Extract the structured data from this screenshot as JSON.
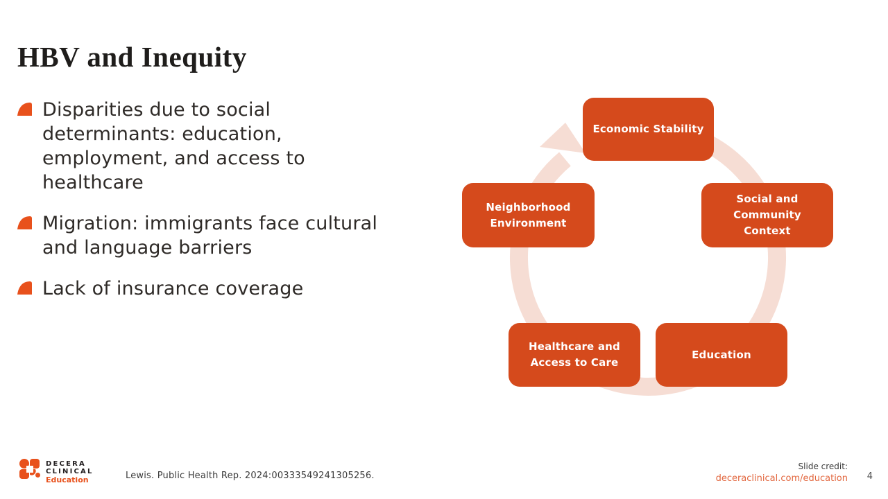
{
  "slide": {
    "title": "HBV and Inequity",
    "page_number": "4"
  },
  "bullets": [
    {
      "text": "Disparities due to social\ndeterminants: education,\nemployment, and access to\nhealthcare"
    },
    {
      "text": "Migration: immigrants face cultural\nand language barriers"
    },
    {
      "text": "Lack of insurance coverage"
    }
  ],
  "diagram": {
    "type": "circular-cycle",
    "nodes": [
      {
        "id": "economic-stability",
        "label": "Economic Stability"
      },
      {
        "id": "social-community-context",
        "label": "Social and\nCommunity\nContext"
      },
      {
        "id": "education",
        "label": "Education"
      },
      {
        "id": "healthcare-access",
        "label": "Healthcare and\nAccess to Care"
      },
      {
        "id": "neighborhood-environment",
        "label": "Neighborhood\nEnvironment"
      }
    ]
  },
  "footer": {
    "logo": {
      "line1": "DECERA",
      "line2": "CLINICAL",
      "line3": "Education"
    },
    "citation": "Lewis. Public Health Rep. 2024:00333549241305256.",
    "credit_label": "Slide credit:",
    "credit_link": "deceraclinical.com/education"
  },
  "colors": {
    "accent_orange": "#E8511C",
    "box_orange": "#D54A1C",
    "ring_pink": "#F6DDD4",
    "link_orange": "#E2673F"
  }
}
